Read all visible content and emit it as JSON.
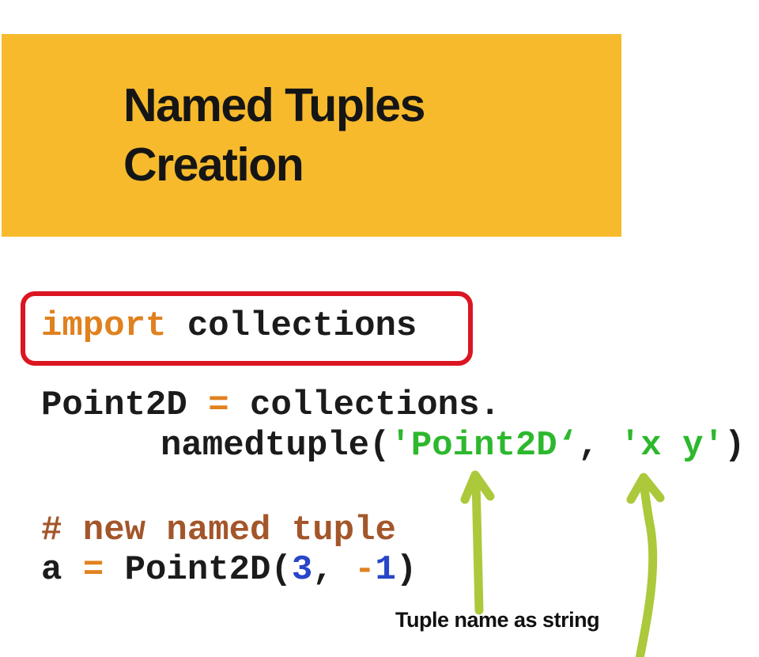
{
  "colors": {
    "header_bg": "#F6BA2C",
    "title_text": "#151515",
    "code_text": "#1B1B1B",
    "keyword": "#E0811F",
    "operator": "#E0811F",
    "comment": "#A3562A",
    "number": "#2746C8",
    "string": "#2DB82D",
    "box_border": "#DB1622",
    "arrow": "#ABC93B",
    "annotation_text": "#111111",
    "background": "#FFFFFF"
  },
  "header": {
    "title_line1": "Named Tuples",
    "title_line2": "Creation"
  },
  "code": {
    "line_import": {
      "segments": [
        {
          "c": "kw",
          "t": "import"
        },
        {
          "c": "pl",
          "t": " collections"
        }
      ]
    },
    "line_def": {
      "segments": [
        {
          "c": "pl",
          "t": "Point2D "
        },
        {
          "c": "op",
          "t": "="
        },
        {
          "c": "pl",
          "t": " collections."
        }
      ]
    },
    "line_def_cont": {
      "segments": [
        {
          "c": "pl",
          "t": "namedtuple("
        },
        {
          "c": "str",
          "t": "'Point2D‘"
        },
        {
          "c": "pl",
          "t": ", "
        },
        {
          "c": "str",
          "t": "'x y'"
        },
        {
          "c": "pl",
          "t": ")"
        }
      ]
    },
    "line_comment": {
      "segments": [
        {
          "c": "com",
          "t": "# new named tuple"
        }
      ]
    },
    "line_assign": {
      "segments": [
        {
          "c": "pl",
          "t": "a "
        },
        {
          "c": "op",
          "t": "="
        },
        {
          "c": "pl",
          "t": " Point2D("
        },
        {
          "c": "num",
          "t": "3"
        },
        {
          "c": "pl",
          "t": ", "
        },
        {
          "c": "op",
          "t": "-"
        },
        {
          "c": "num",
          "t": "1"
        },
        {
          "c": "pl",
          "t": ")"
        }
      ]
    }
  },
  "annotations": {
    "tuple_name_label": "Tuple name as string"
  }
}
